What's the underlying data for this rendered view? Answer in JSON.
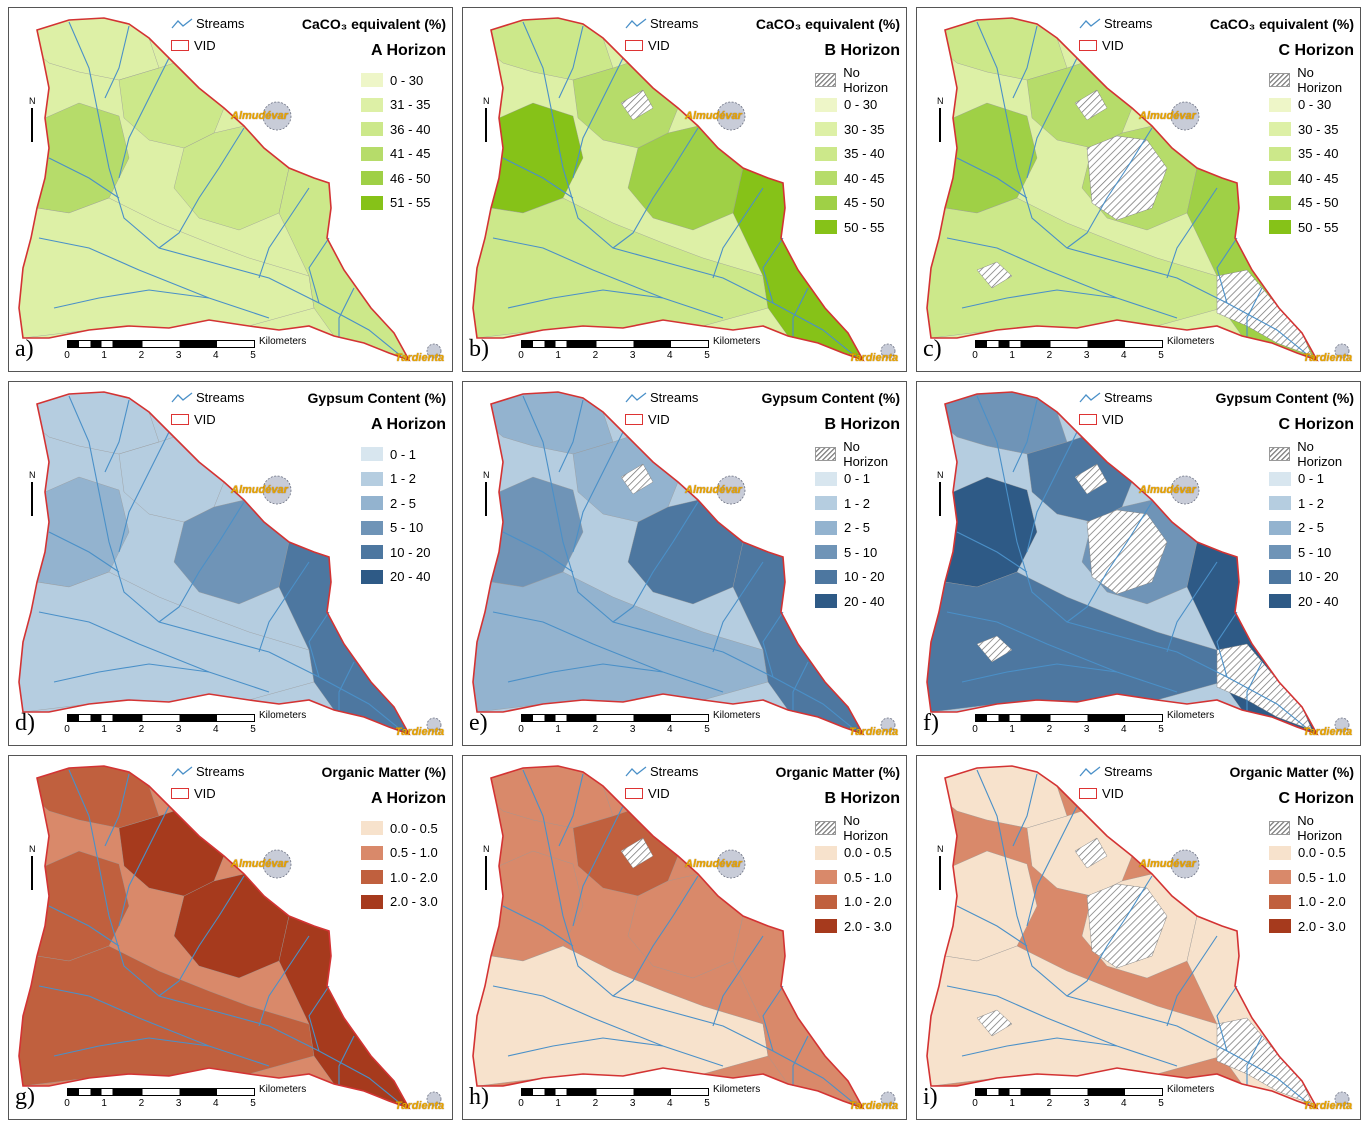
{
  "legend_common": {
    "streams": "Streams",
    "vid": "VID",
    "no_horizon": "No Horizon"
  },
  "towns": {
    "north": "Almudévar",
    "south": "Tardienta"
  },
  "scalebar": {
    "unit": "Kilometers",
    "ticks": [
      "0",
      "1",
      "2",
      "3",
      "4",
      "5"
    ]
  },
  "north_label": "N",
  "colors": {
    "streams": "#4a90c8",
    "boundary": "#d33333"
  },
  "panels": [
    {
      "id": "a",
      "label": "a)",
      "title": "CaCO₃ equivalent (%)",
      "horizon": "A Horizon",
      "no_horizon": false,
      "classes": [
        "0 - 30",
        "31 - 35",
        "36 - 40",
        "41 - 45",
        "46 - 50",
        "51 - 55"
      ],
      "palette": [
        "#eef6c8",
        "#ddf0a6",
        "#cce88a",
        "#b6dc6a",
        "#9fd046",
        "#86c218"
      ],
      "fill_levels": [
        1,
        2,
        3,
        2,
        1,
        2
      ]
    },
    {
      "id": "b",
      "label": "b)",
      "title": "CaCO₃ equivalent (%)",
      "horizon": "B Horizon",
      "no_horizon": true,
      "classes": [
        "0 - 30",
        "30 - 35",
        "35 - 40",
        "40 - 45",
        "45 - 50",
        "50 - 55"
      ],
      "palette": [
        "#eef6c8",
        "#ddf0a6",
        "#cce88a",
        "#b6dc6a",
        "#9fd046",
        "#86c218"
      ],
      "fill_levels": [
        2,
        3,
        5,
        4,
        2,
        5
      ]
    },
    {
      "id": "c",
      "label": "c)",
      "title": "CaCO₃ equivalent (%)",
      "horizon": "C Horizon",
      "no_horizon": true,
      "classes": [
        "0 - 30",
        "30 - 35",
        "35 - 40",
        "40 - 45",
        "45 - 50",
        "50 - 55"
      ],
      "palette": [
        "#eef6c8",
        "#ddf0a6",
        "#cce88a",
        "#b6dc6a",
        "#9fd046",
        "#86c218"
      ],
      "fill_levels": [
        2,
        3,
        4,
        3,
        2,
        4
      ]
    },
    {
      "id": "d",
      "label": "d)",
      "title": "Gypsum Content (%)",
      "horizon": "A Horizon",
      "no_horizon": false,
      "classes": [
        "0 - 1",
        "1 - 2",
        "2 - 5",
        "5 - 10",
        "10 - 20",
        "20 - 40"
      ],
      "palette": [
        "#d8e6ef",
        "#b5cde0",
        "#93b3cf",
        "#6f94b7",
        "#4d77a0",
        "#2e5a86"
      ],
      "fill_levels": [
        1,
        1,
        2,
        3,
        1,
        4
      ]
    },
    {
      "id": "e",
      "label": "e)",
      "title": "Gypsum Content (%)",
      "horizon": "B Horizon",
      "no_horizon": true,
      "classes": [
        "0 - 1",
        "1 - 2",
        "2 - 5",
        "5 - 10",
        "10 - 20",
        "20 - 40"
      ],
      "palette": [
        "#d8e6ef",
        "#b5cde0",
        "#93b3cf",
        "#6f94b7",
        "#4d77a0",
        "#2e5a86"
      ],
      "fill_levels": [
        2,
        2,
        3,
        4,
        2,
        4
      ]
    },
    {
      "id": "f",
      "label": "f)",
      "title": "Gypsum Content (%)",
      "horizon": "C Horizon",
      "no_horizon": true,
      "classes": [
        "0 - 1",
        "1 - 2",
        "2 - 5",
        "5 - 10",
        "10 - 20",
        "20 - 40"
      ],
      "palette": [
        "#d8e6ef",
        "#b5cde0",
        "#93b3cf",
        "#6f94b7",
        "#4d77a0",
        "#2e5a86"
      ],
      "fill_levels": [
        3,
        4,
        5,
        3,
        4,
        5
      ]
    },
    {
      "id": "g",
      "label": "g)",
      "title": "Organic Matter (%)",
      "horizon": "A Horizon",
      "no_horizon": false,
      "classes": [
        "0.0 - 0.5",
        "0.5 - 1.0",
        "1.0 - 2.0",
        "2.0 - 3.0"
      ],
      "palette": [
        "#f7e2cc",
        "#d9896a",
        "#c0603e",
        "#a63a1d"
      ],
      "fill_levels": [
        2,
        3,
        2,
        3,
        2,
        3
      ]
    },
    {
      "id": "h",
      "label": "h)",
      "title": "Organic Matter (%)",
      "horizon": "B Horizon",
      "no_horizon": true,
      "classes": [
        "0.0 - 0.5",
        "0.5 - 1.0",
        "1.0 - 2.0",
        "2.0 - 3.0"
      ],
      "palette": [
        "#f7e2cc",
        "#d9896a",
        "#c0603e",
        "#a63a1d"
      ],
      "fill_levels": [
        1,
        2,
        1,
        1,
        0,
        1
      ]
    },
    {
      "id": "i",
      "label": "i)",
      "title": "Organic Matter (%)",
      "horizon": "C Horizon",
      "no_horizon": true,
      "classes": [
        "0.0 - 0.5",
        "0.5 - 1.0",
        "1.0 - 2.0",
        "2.0 - 3.0"
      ],
      "palette": [
        "#f7e2cc",
        "#d9896a",
        "#c0603e",
        "#a63a1d"
      ],
      "fill_levels": [
        0,
        0,
        0,
        0,
        0,
        0
      ]
    }
  ]
}
